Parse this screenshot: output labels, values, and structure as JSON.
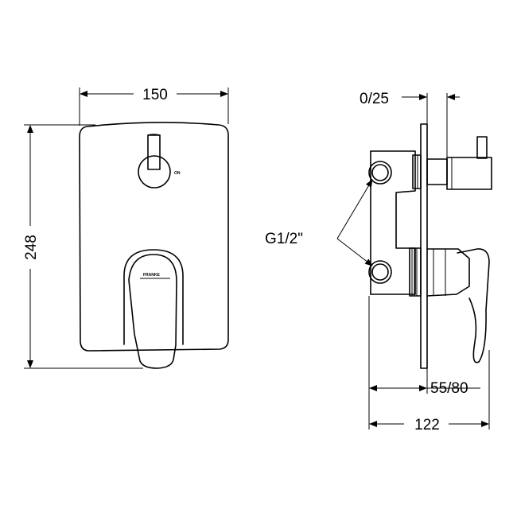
{
  "dimensions": {
    "front_width": "150",
    "front_height": "248",
    "side_protrusion": "0/25",
    "wall_depth": "55/80",
    "total_depth": "122"
  },
  "callouts": {
    "connection_thread": "G1/2\""
  },
  "markings": {
    "knob_label": "ON",
    "lever_brand": "FRANKE"
  }
}
